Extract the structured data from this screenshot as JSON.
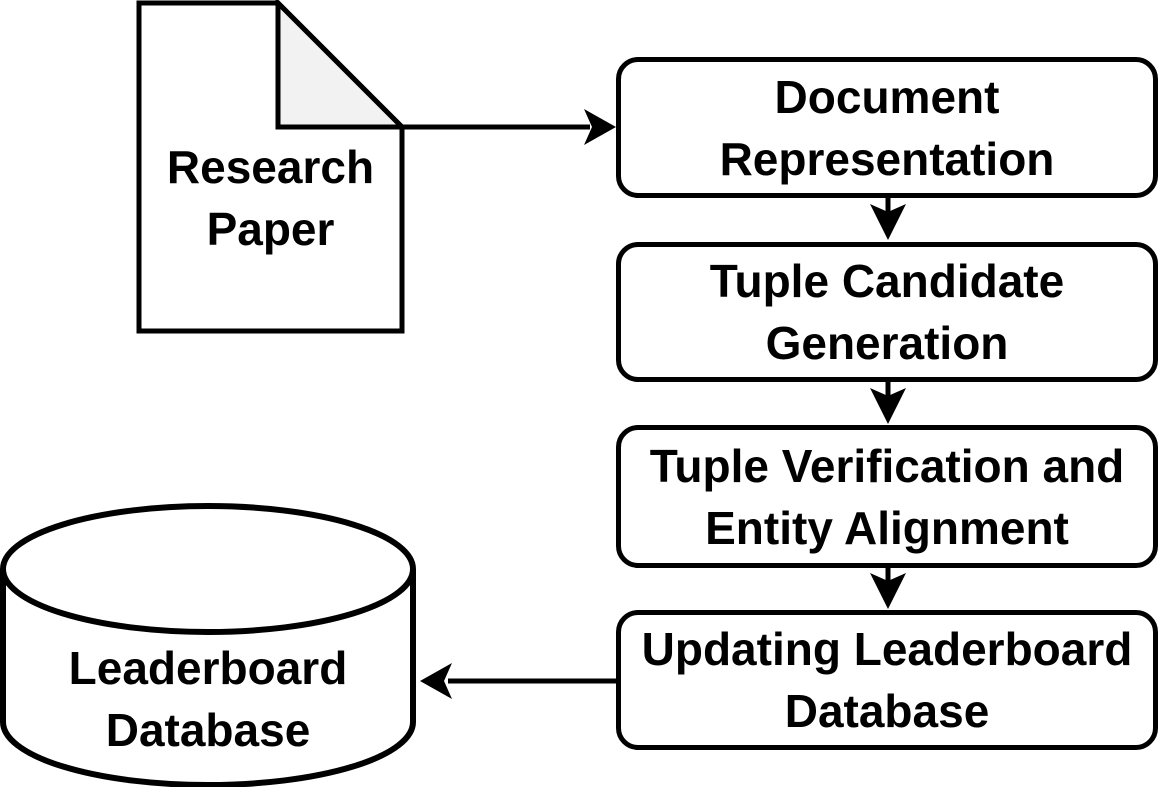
{
  "diagram": {
    "source_document": {
      "line1": "Research",
      "line2": "Paper"
    },
    "process_boxes": [
      {
        "line1": "Document",
        "line2": "Representation"
      },
      {
        "line1": "Tuple Candidate",
        "line2": "Generation"
      },
      {
        "line1": "Tuple Verification and",
        "line2": "Entity Alignment"
      },
      {
        "line1": "Updating Leaderboard",
        "line2": "Database"
      }
    ],
    "database": {
      "line1": "Leaderboard",
      "line2": "Database"
    },
    "colors": {
      "stroke": "#000000",
      "shape_fill": "#ffffff",
      "fold_fill": "#f2f2f2"
    }
  }
}
